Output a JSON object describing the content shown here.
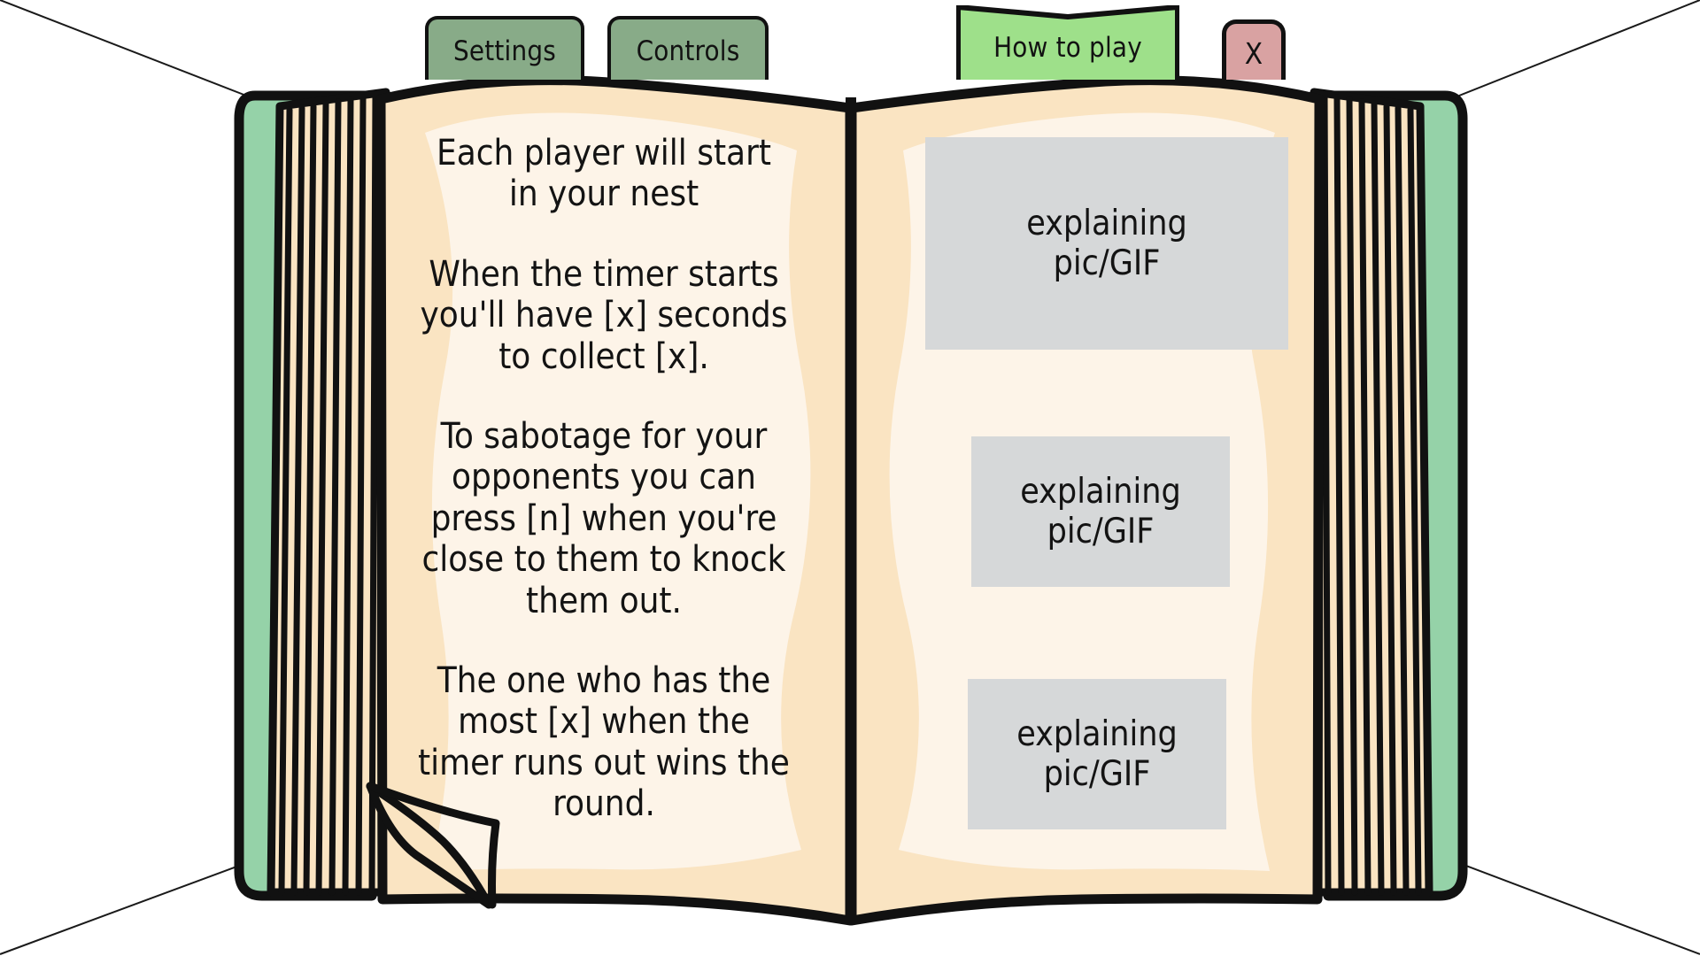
{
  "window": {
    "background_color": "#ffffff",
    "perspective_lines": "corner-guides"
  },
  "tabs": {
    "items": [
      {
        "id": "settings",
        "label": "Settings",
        "state": "inactive",
        "color": "#88ab88"
      },
      {
        "id": "controls",
        "label": "Controls",
        "state": "inactive",
        "color": "#88ab88"
      },
      {
        "id": "how-to-play",
        "label": "How to play",
        "state": "active",
        "color": "#9ee08a"
      },
      {
        "id": "close",
        "label": "X",
        "state": "inactive",
        "color": "#d9a2a2"
      }
    ]
  },
  "book": {
    "cover_color": "#95d2a8",
    "page_edge_color": "#fae4c2",
    "page_inner_color": "#fdf4e8",
    "outline_color": "#111111"
  },
  "left_page": {
    "paragraphs": [
      "Each player will start in your nest",
      "When the timer starts you'll have [x] seconds to collect [x].",
      "To sabotage for your opponents you can press [n] when you're close to them to knock them out.",
      "The one who has the most  [x] when the timer runs out wins the round."
    ]
  },
  "right_page": {
    "media": [
      {
        "line1": "explaining",
        "line2": "pic/GIF"
      },
      {
        "line1": "explaining",
        "line2": "pic/GIF"
      },
      {
        "line1": "explaining",
        "line2": "pic/GIF"
      }
    ],
    "placeholder_color": "#d6d8d9"
  }
}
